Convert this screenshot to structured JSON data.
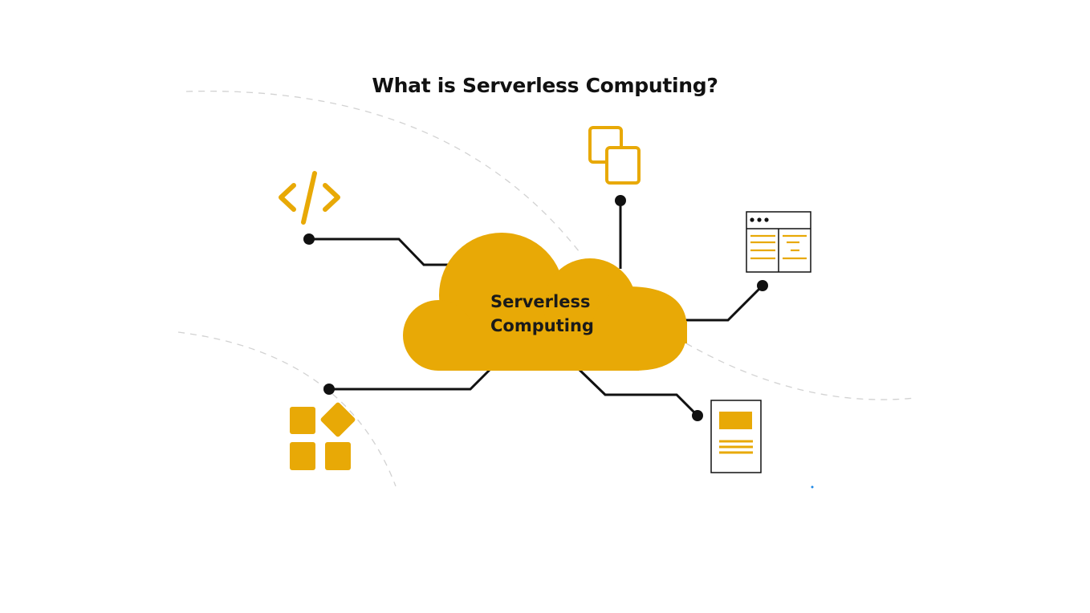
{
  "title": "What is Serverless Computing?",
  "center": {
    "line1": "Serverless",
    "line2": "Computing"
  },
  "colors": {
    "accent": "#E8A906",
    "line": "#111111",
    "dashed": "#d0d0d0"
  },
  "icons": [
    "code-icon",
    "copy-icon",
    "browser-window-icon",
    "document-icon",
    "app-blocks-icon"
  ]
}
